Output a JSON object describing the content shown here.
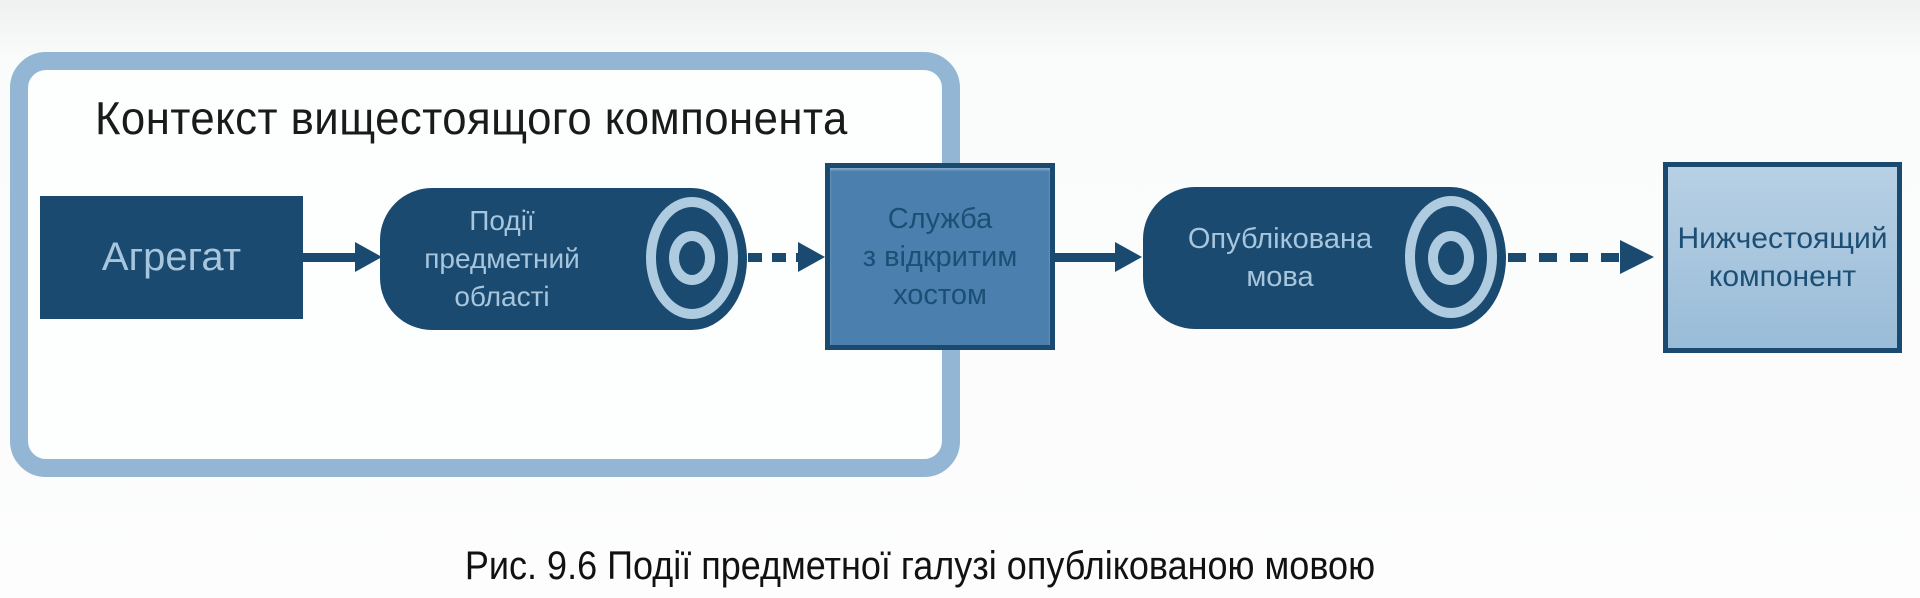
{
  "title": "Контекст вищестоящого компонента",
  "caption": "Рис. 9.6 Події предметної галузі опублікованою мовою",
  "nodes": {
    "aggregate": {
      "label": "Агрегат"
    },
    "domain_events": {
      "lines": [
        "Події",
        "предметний",
        "області"
      ]
    },
    "open_host_service": {
      "lines": [
        "Служба",
        "з відкритим",
        "хостом"
      ]
    },
    "published_language": {
      "lines": [
        "Опублікована",
        "мова"
      ]
    },
    "downstream_component": {
      "lines": [
        "Нижчестоящий",
        "компонент"
      ]
    }
  },
  "colors": {
    "dark_blue": "#1b4a70",
    "medium_blue": "#4a7fae",
    "frame_border": "#92b6d3",
    "ring": "#aecbe0",
    "text_light": "#a7c6dd",
    "text_dark": "#1d4e74",
    "title_color": "#1a1a1a"
  }
}
